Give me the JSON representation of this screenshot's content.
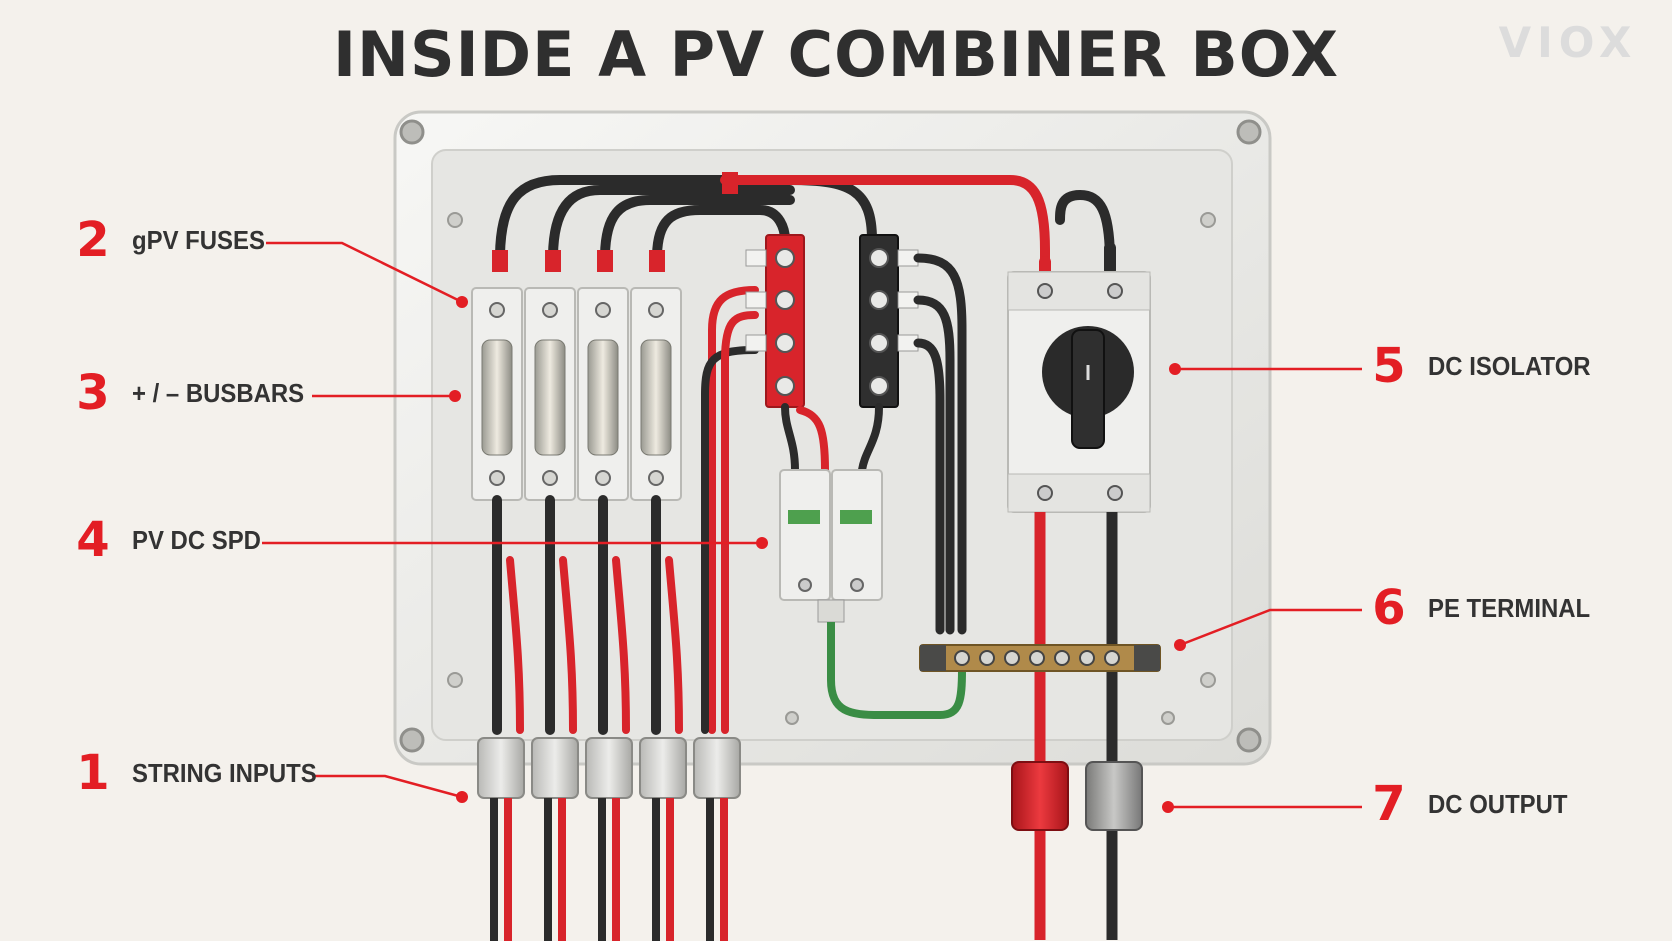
{
  "title": "INSIDE A PV COMBINER BOX",
  "logo": "VIOX",
  "colors": {
    "accent": "#e31e24",
    "cable_black": "#2b2b2b",
    "cable_red": "#d8242b",
    "ground_green": "#3a8d45",
    "enclosure": "#eeeeec",
    "background": "#f4f1ec"
  },
  "callouts": [
    {
      "number": "2",
      "label": "gPV FUSES"
    },
    {
      "number": "3",
      "label": "+ / – BUSBARS"
    },
    {
      "number": "4",
      "label": "PV DC SPD"
    },
    {
      "number": "1",
      "label": "STRING INPUTS"
    },
    {
      "number": "5",
      "label": "DC ISOLATOR"
    },
    {
      "number": "6",
      "label": "PE TERMINAL"
    },
    {
      "number": "7",
      "label": "DC OUTPUT"
    }
  ]
}
